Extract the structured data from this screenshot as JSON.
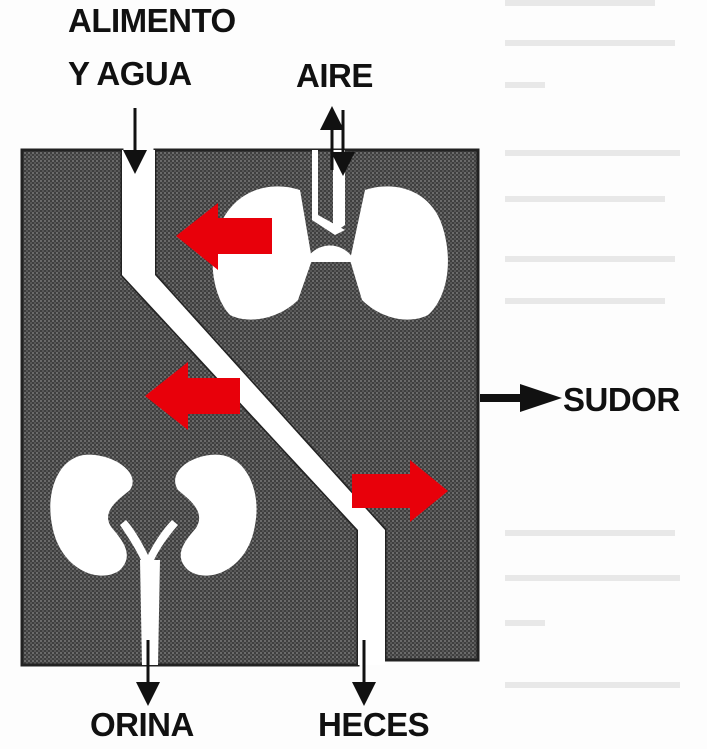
{
  "labels": {
    "food_line1": "ALIMENTO",
    "food_line2": "Y AGUA",
    "air": "AIRE",
    "sweat": "SUDOR",
    "urine": "ORINA",
    "feces": "HECES"
  },
  "colors": {
    "body": "#3f3f3f",
    "tract": "#ffffff",
    "arrow_red": "#e8000a",
    "ink": "#111111"
  }
}
